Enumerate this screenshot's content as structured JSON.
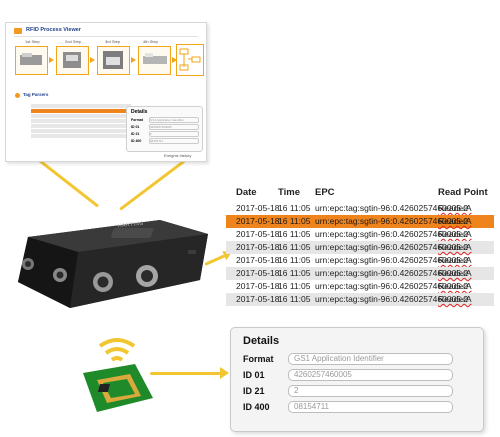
{
  "viewer": {
    "title": "RFID Process Viewer",
    "steps": [
      "1st Step",
      "2nd Step",
      "3rd Step",
      "4th Step"
    ],
    "tag_section_label": "Tag Parsers",
    "mini_details": {
      "title": "Details",
      "labels": [
        "Format",
        "ID 01",
        "ID 21",
        "ID 400"
      ],
      "values": [
        "GS1 Application Identifier",
        "4260257460005",
        "2",
        "08154711"
      ]
    },
    "footer_link": "Ereignis history"
  },
  "device": {
    "brand_label": "HARTING"
  },
  "table": {
    "headers": {
      "date": "Date",
      "time": "Time",
      "epc": "EPC",
      "read_point": "Read Point"
    },
    "rows": [
      {
        "date": "2017-05-18",
        "time": "16 11:05",
        "epc": "urn:epc:tag:sgtin-96:0.4260257460005.2",
        "read_point": "ReaderA",
        "selected": false
      },
      {
        "date": "2017-05-18",
        "time": "16 11:05",
        "epc": "urn:epc:tag:sgtin-96:0.4260257460005.2",
        "read_point": "ReaderA",
        "selected": true
      },
      {
        "date": "2017-05-18",
        "time": "16 11:05",
        "epc": "urn:epc:tag:sgtin-96:0.4260257460005.2",
        "read_point": "ReaderA",
        "selected": false
      },
      {
        "date": "2017-05-18",
        "time": "16 11:05",
        "epc": "urn:epc:tag:sgtin-96:0.4260257460005.2",
        "read_point": "ReaderA",
        "selected": false
      },
      {
        "date": "2017-05-18",
        "time": "16 11:05",
        "epc": "urn:epc:tag:sgtin-96:0.4260257460005.2",
        "read_point": "ReaderA",
        "selected": false
      },
      {
        "date": "2017-05-18",
        "time": "16 11:05",
        "epc": "urn:epc:tag:sgtin-96:0.4260257460005.2",
        "read_point": "ReaderA",
        "selected": false
      },
      {
        "date": "2017-05-18",
        "time": "16 11:05",
        "epc": "urn:epc:tag:sgtin-96:0.4260257460005.2",
        "read_point": "ReaderA",
        "selected": false
      },
      {
        "date": "2017-05-18",
        "time": "16 11:05",
        "epc": "urn:epc:tag:sgtin-96:0.4260257460005.2",
        "read_point": "ReaderA",
        "selected": false
      }
    ]
  },
  "details": {
    "title": "Details",
    "fields": [
      {
        "label": "Format",
        "value": "GS1 Application Identifier"
      },
      {
        "label": "ID 01",
        "value": "4260257460005"
      },
      {
        "label": "ID 21",
        "value": "2"
      },
      {
        "label": "ID 400",
        "value": "08154711"
      }
    ]
  },
  "colors": {
    "accent": "#f0841c",
    "connector": "#f2c630",
    "link": "#1f3f8a"
  }
}
